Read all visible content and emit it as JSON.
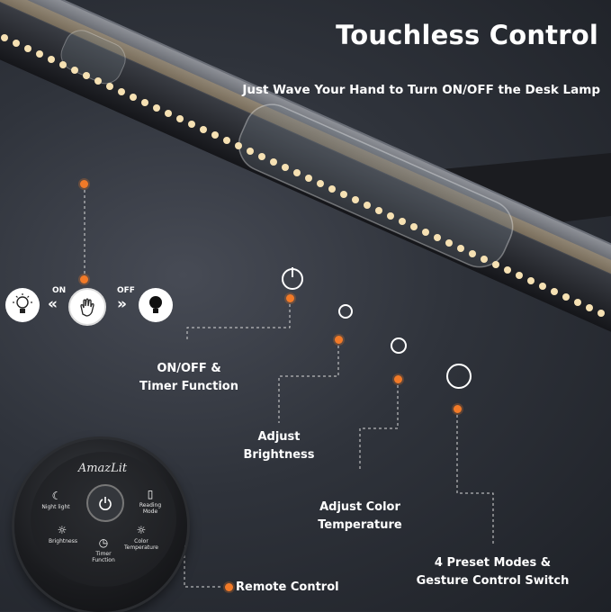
{
  "header": {
    "title": "Touchless Control",
    "subtitle": "Just Wave Your Hand to Turn ON/OFF the Desk Lamp"
  },
  "gesture": {
    "on_label": "ON",
    "off_label": "OFF",
    "icons": [
      "bulb-on-icon",
      "hand-wave-icon",
      "bulb-off-icon"
    ]
  },
  "callouts": [
    {
      "id": "power",
      "text_line1": "ON/OFF &",
      "text_line2": "Timer Function"
    },
    {
      "id": "brightness",
      "text_line1": "Adjust",
      "text_line2": "Brightness"
    },
    {
      "id": "color-temp",
      "text_line1": "Adjust Color",
      "text_line2": "Temperature"
    },
    {
      "id": "modes",
      "text_line1": "4 Preset Modes &",
      "text_line2": "Gesture Control Switch"
    },
    {
      "id": "remote",
      "text_line1": "Remote Control"
    }
  ],
  "remote": {
    "brand": "AmazLit",
    "buttons": [
      {
        "label": "Night light",
        "icon": "moon-icon"
      },
      {
        "label": "",
        "icon": "power-icon"
      },
      {
        "label": "Reading Mode",
        "icon": "book-icon"
      },
      {
        "label": "Brightness",
        "icon": "sun-icon"
      },
      {
        "label": "Timer Function",
        "icon": "timer-icon"
      },
      {
        "label": "Color Temperature",
        "icon": "color-temp-icon"
      }
    ]
  },
  "colors": {
    "accent": "#f27a28",
    "text": "#ffffff",
    "background": "#2f333b"
  }
}
